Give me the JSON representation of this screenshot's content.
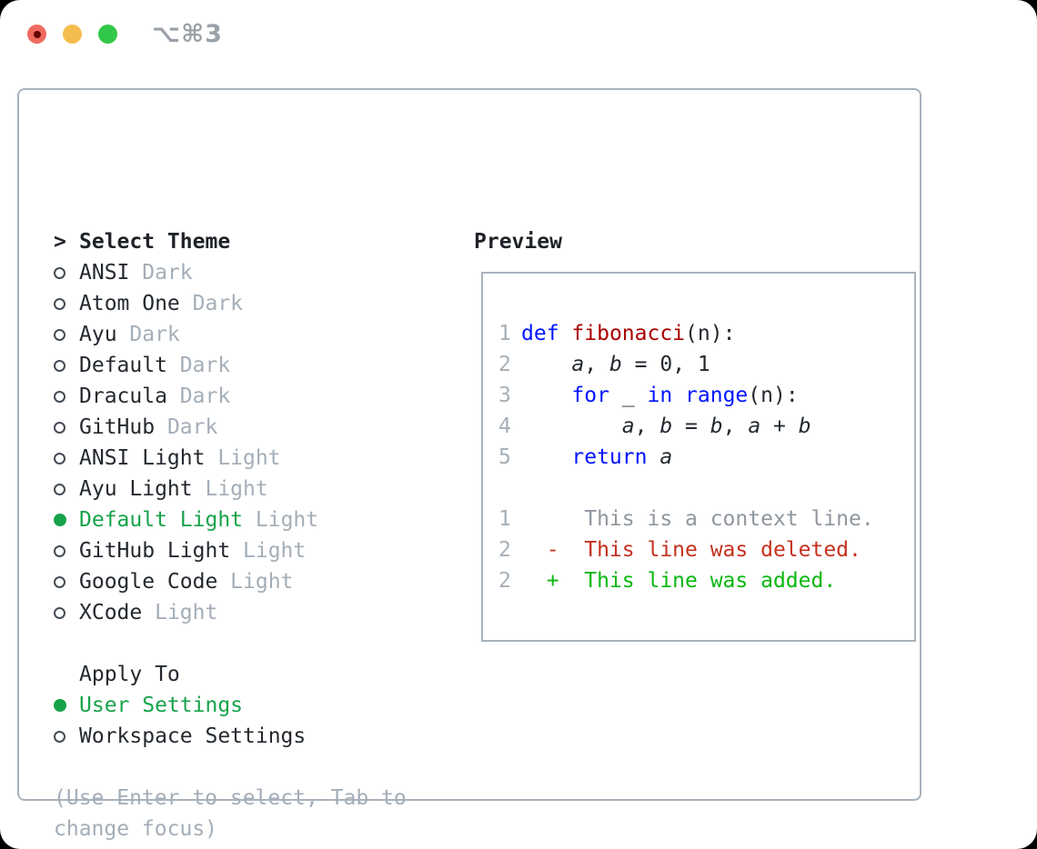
{
  "window": {
    "shortcut": "⌥⌘3"
  },
  "theme_selector": {
    "prompt_marker": ">",
    "title": "Select Theme",
    "items": [
      {
        "name": "ANSI",
        "variant": "Dark",
        "selected": false
      },
      {
        "name": "Atom One",
        "variant": "Dark",
        "selected": false
      },
      {
        "name": "Ayu",
        "variant": "Dark",
        "selected": false
      },
      {
        "name": "Default",
        "variant": "Dark",
        "selected": false
      },
      {
        "name": "Dracula",
        "variant": "Dark",
        "selected": false
      },
      {
        "name": "GitHub",
        "variant": "Dark",
        "selected": false
      },
      {
        "name": "ANSI Light",
        "variant": "Light",
        "selected": false
      },
      {
        "name": "Ayu Light",
        "variant": "Light",
        "selected": false
      },
      {
        "name": "Default Light",
        "variant": "Light",
        "selected": true
      },
      {
        "name": "GitHub Light",
        "variant": "Light",
        "selected": false
      },
      {
        "name": "Google Code",
        "variant": "Light",
        "selected": false
      },
      {
        "name": "XCode",
        "variant": "Light",
        "selected": false
      }
    ]
  },
  "apply_to": {
    "title": "Apply To",
    "options": [
      {
        "label": "User Settings",
        "selected": true
      },
      {
        "label": "Workspace Settings",
        "selected": false
      }
    ]
  },
  "hint": "(Use Enter to select, Tab to change focus)",
  "preview": {
    "title": "Preview",
    "code_lines": [
      {
        "number": "1",
        "tokens": [
          {
            "t": "def",
            "c": "keyword"
          },
          {
            "t": " "
          },
          {
            "t": "fibonacci",
            "c": "function"
          },
          {
            "t": "(n):"
          }
        ]
      },
      {
        "number": "2",
        "tokens": [
          {
            "t": "    "
          },
          {
            "t": "a",
            "c": "var"
          },
          {
            "t": ", "
          },
          {
            "t": "b",
            "c": "var"
          },
          {
            "t": " = 0, 1"
          }
        ]
      },
      {
        "number": "3",
        "tokens": [
          {
            "t": "    "
          },
          {
            "t": "for",
            "c": "keyword"
          },
          {
            "t": " _ "
          },
          {
            "t": "in",
            "c": "keyword"
          },
          {
            "t": " "
          },
          {
            "t": "range",
            "c": "keyword"
          },
          {
            "t": "(n):"
          }
        ]
      },
      {
        "number": "4",
        "tokens": [
          {
            "t": "        "
          },
          {
            "t": "a",
            "c": "var"
          },
          {
            "t": ", "
          },
          {
            "t": "b",
            "c": "var"
          },
          {
            "t": " = "
          },
          {
            "t": "b",
            "c": "var"
          },
          {
            "t": ", "
          },
          {
            "t": "a",
            "c": "var"
          },
          {
            "t": " + "
          },
          {
            "t": "b",
            "c": "var"
          }
        ]
      },
      {
        "number": "5",
        "tokens": [
          {
            "t": "    "
          },
          {
            "t": "return",
            "c": "keyword"
          },
          {
            "t": " "
          },
          {
            "t": "a",
            "c": "var"
          }
        ]
      }
    ],
    "diff_lines": [
      {
        "number": "1",
        "kind": "context",
        "text": "     This is a context line."
      },
      {
        "number": "2",
        "kind": "deleted",
        "text": "  -  This line was deleted."
      },
      {
        "number": "2",
        "kind": "added",
        "text": "  +  This line was added."
      }
    ]
  },
  "colors": {
    "selection_green": "#16a34a",
    "diff_added_green": "#09b711",
    "diff_deleted_red": "#c5311d",
    "keyword_blue": "#0014ff",
    "function_dark_red": "#a90000",
    "muted_gray": "#a4aeb8",
    "border_gray": "#a9b2bc",
    "text_dark": "#24292f",
    "traffic_red": "#ee6a5f",
    "traffic_yellow": "#f5bd4f",
    "traffic_green": "#31c748"
  }
}
